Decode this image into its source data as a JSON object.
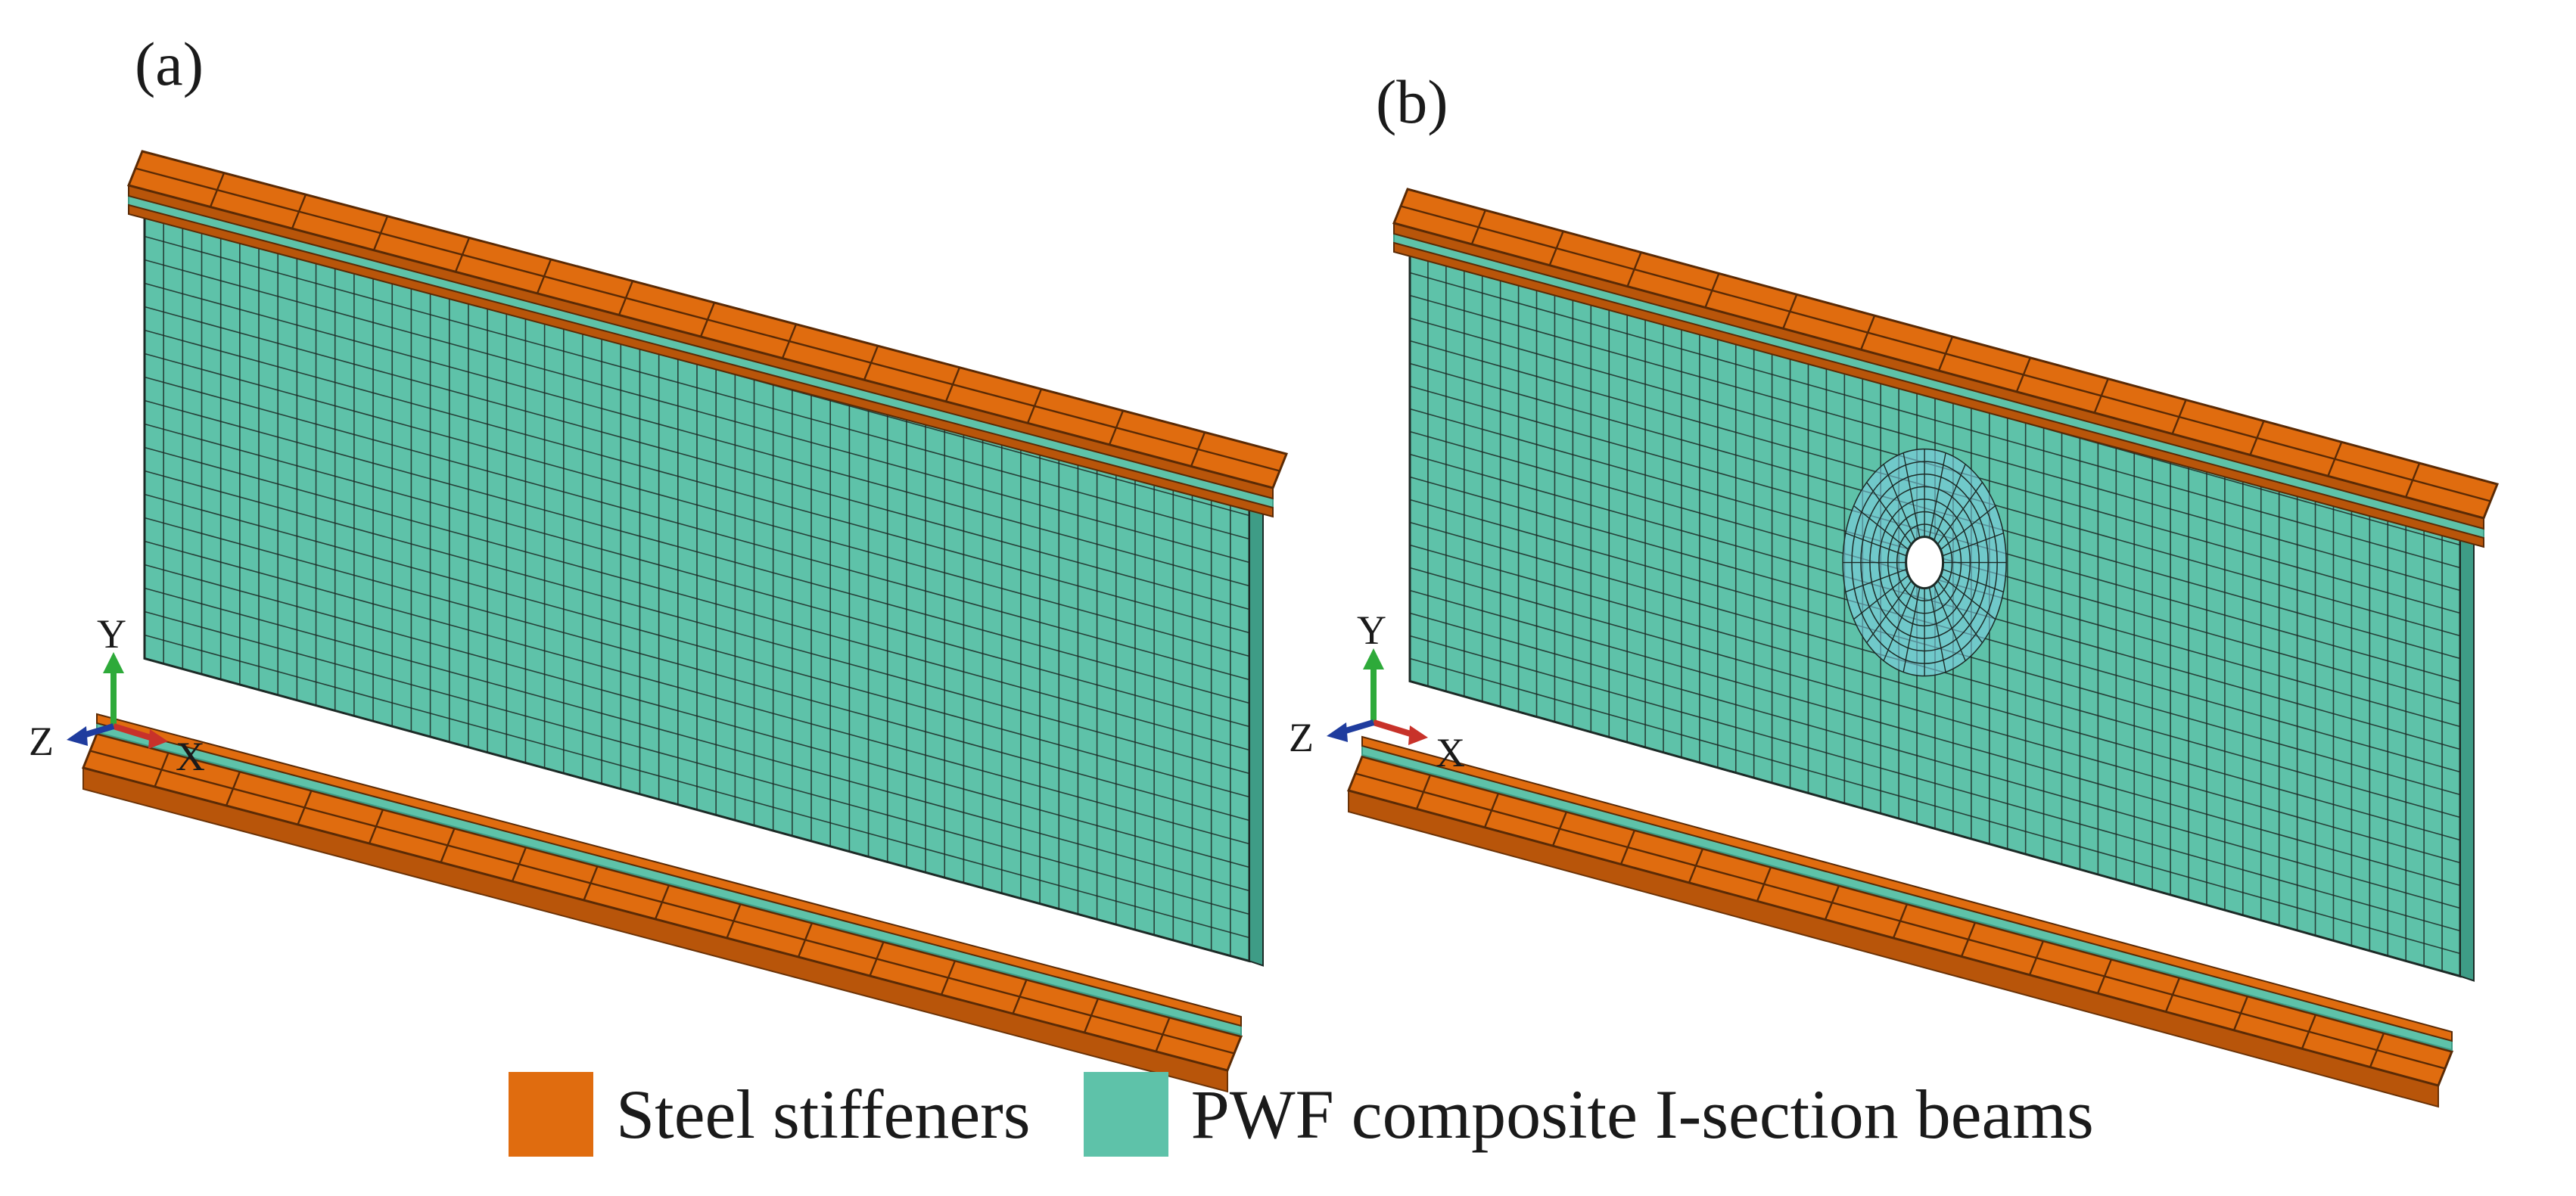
{
  "panels": [
    {
      "label": "(a)",
      "has_hole": false
    },
    {
      "label": "(b)",
      "has_hole": true
    }
  ],
  "axes": {
    "y": "Y",
    "z": "Z",
    "x": "X"
  },
  "legend": [
    {
      "label": "Steel stiffeners",
      "color": "#E06C0F"
    },
    {
      "label": "PWF composite I-section beams",
      "color": "#5EC2A9"
    }
  ],
  "colors": {
    "steel": "#E06C0F",
    "steel_dark": "#B8550A",
    "pwf": "#5EC2A9",
    "pwf_dark": "#3E9C86",
    "mesh_line": "#1c2a26",
    "axis_y": "#2EAA3A",
    "axis_x": "#C8322A",
    "axis_z": "#1F3C9E"
  }
}
